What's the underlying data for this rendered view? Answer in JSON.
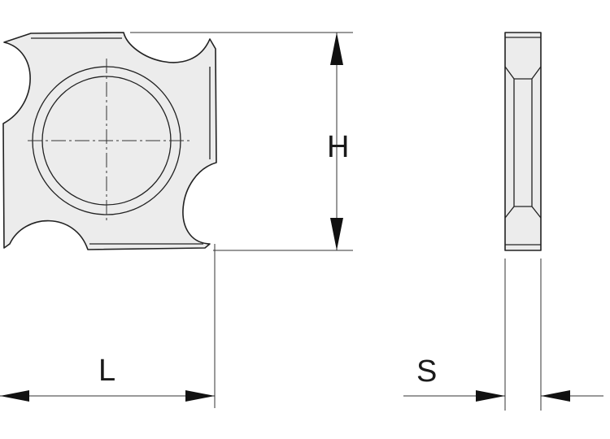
{
  "dimensions": {
    "height_label": "H",
    "length_label": "L",
    "thickness_label": "S"
  },
  "colors": {
    "line": "#222222",
    "fill": "#ececec",
    "background": "#ffffff"
  }
}
